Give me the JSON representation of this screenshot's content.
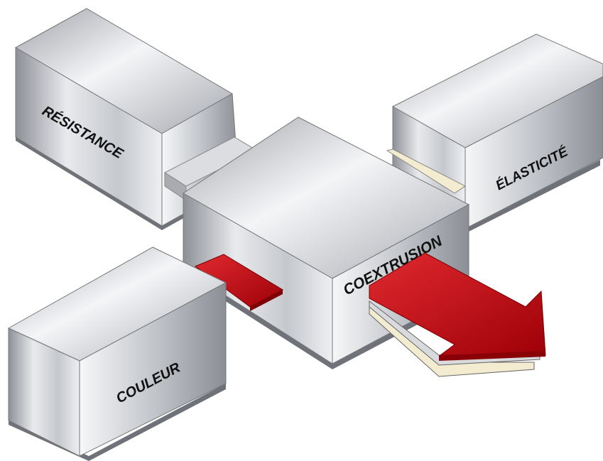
{
  "labels": {
    "resistance": "RÉSISTANCE",
    "elasticite": "ÉLASTICITÉ",
    "couleur": "COULEUR",
    "coextrusion": "COEXTRUSION"
  },
  "colors": {
    "accent_red": "#c8000d",
    "steel_light": "#e6e7ea",
    "steel_mid": "#b9bcc2",
    "steel_dark": "#7d8088",
    "cream_layer": "#f3ecd0"
  }
}
